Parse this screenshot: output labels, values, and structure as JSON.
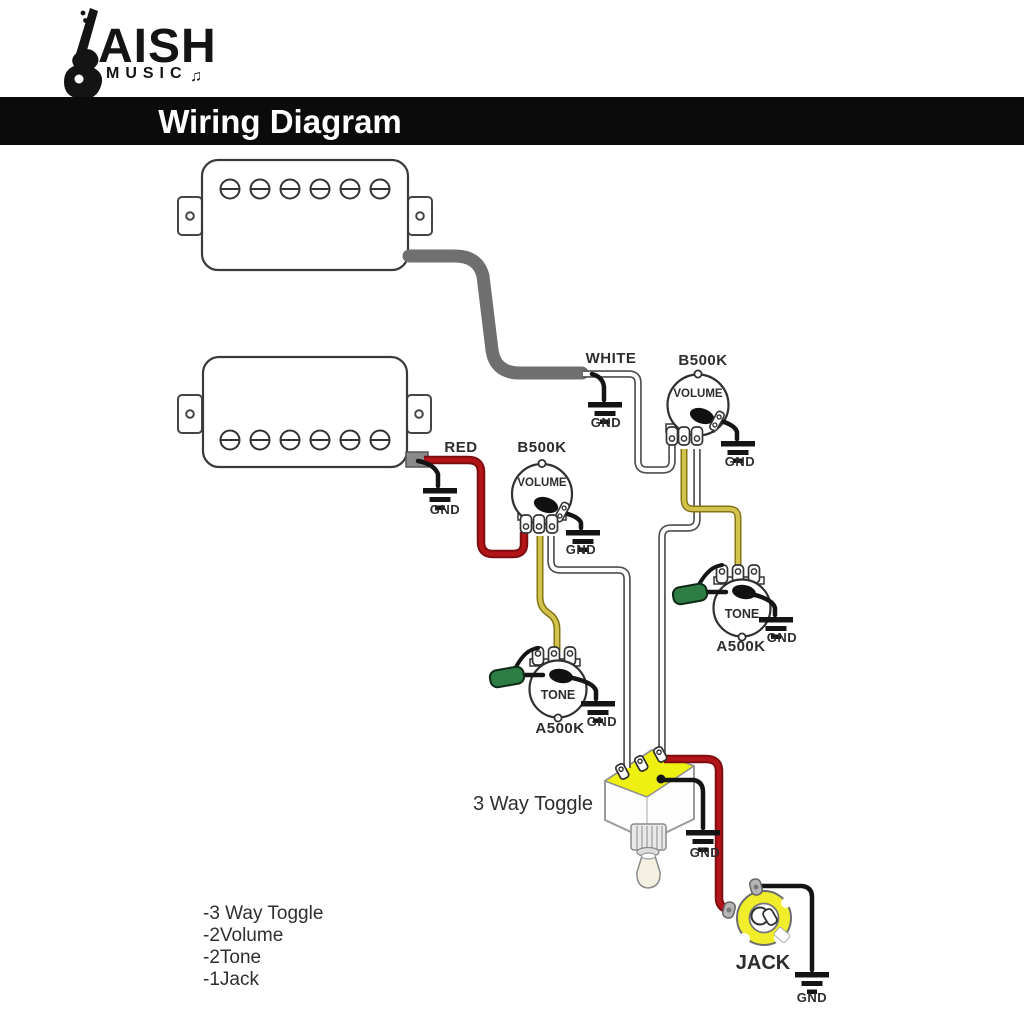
{
  "logo": {
    "brand_top": "AISH",
    "brand_bottom": "MUSIC",
    "note_glyph": "♫"
  },
  "banner": {
    "title": "Wiring Diagram"
  },
  "diagram": {
    "wire_labels": {
      "white": "WHITE",
      "red": "RED"
    },
    "pots": {
      "volume_value": "B500K",
      "volume_label": "VOLUME",
      "tone_value": "A500K",
      "tone_label": "TONE"
    },
    "toggle_label": "3 Way Toggle",
    "jack_label": "JACK",
    "ground_label": "GND",
    "legend": [
      "-3 Way Toggle",
      "-2Volume",
      "-2Tone",
      "-1Jack"
    ],
    "colors": {
      "wire_red": "#b31418",
      "wire_yellow": "#d2c34d",
      "wire_gray": "#6f6f6f",
      "toggle_yellow": "#eef011",
      "jack_yellow": "#f0ee2a",
      "cap_green": "#2e7d45"
    }
  }
}
